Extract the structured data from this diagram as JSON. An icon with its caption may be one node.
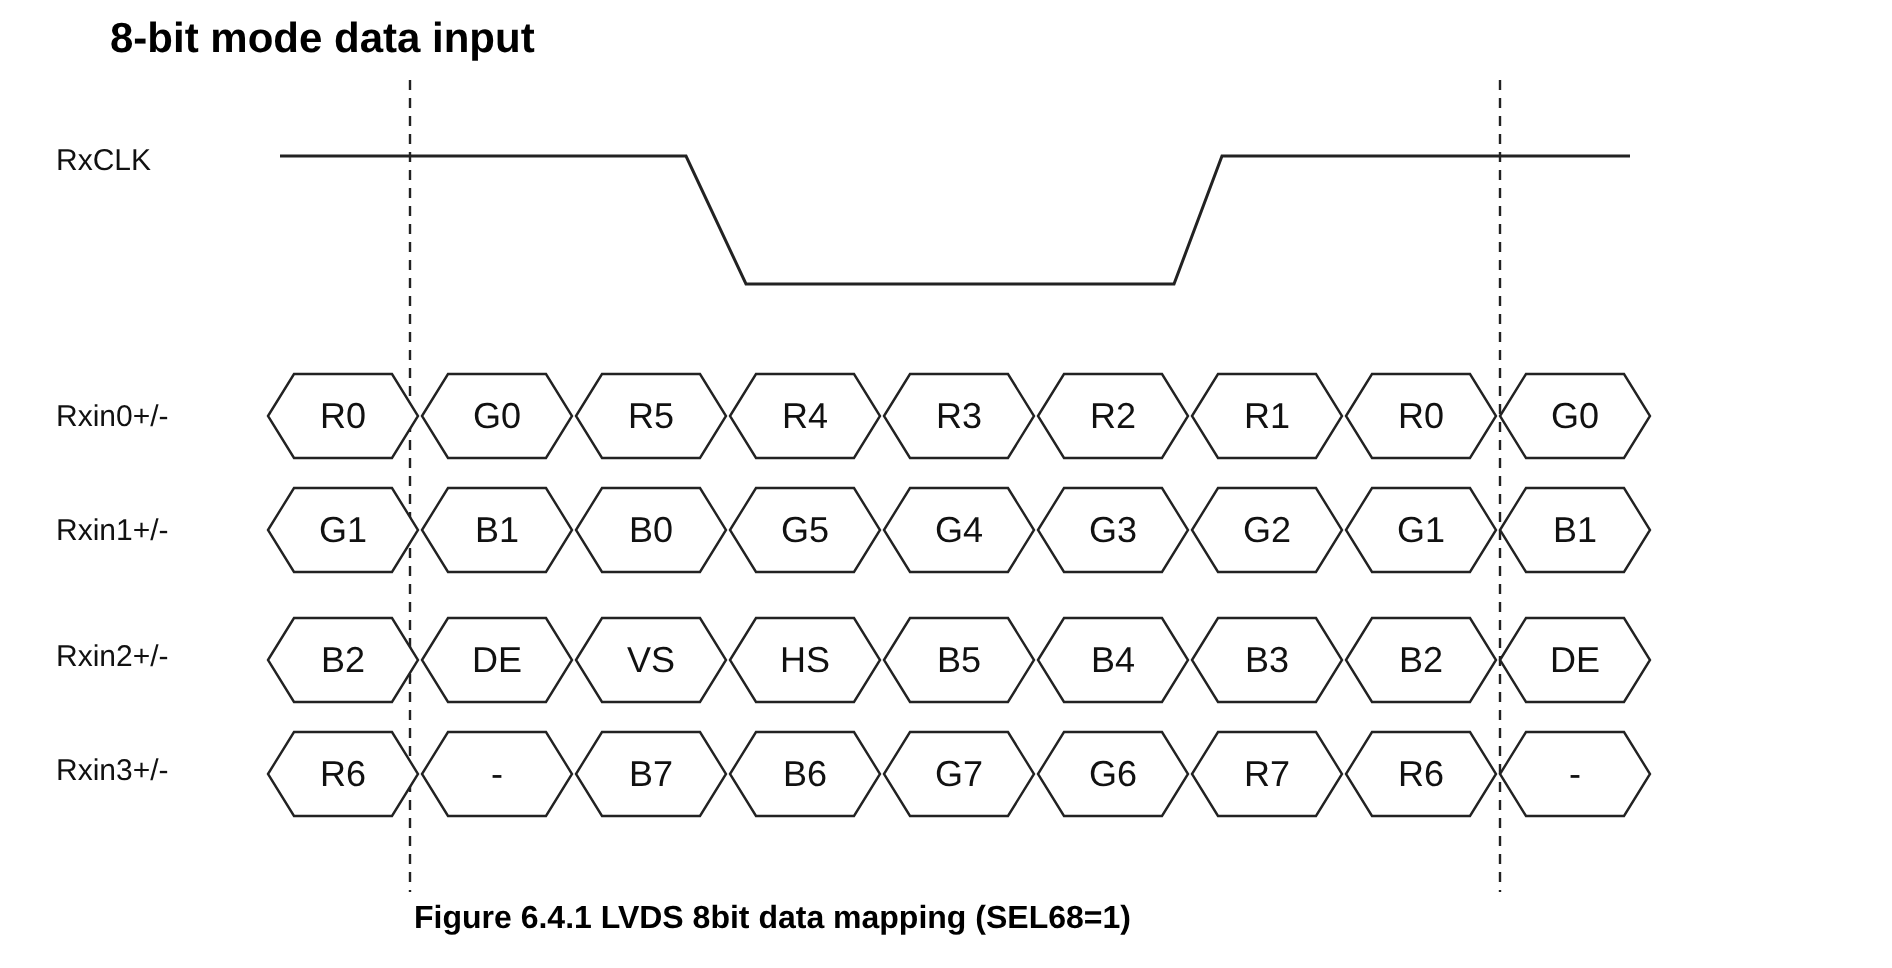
{
  "diagram": {
    "title": "8-bit mode data input",
    "caption": "Figure 6.4.1 LVDS 8bit data mapping (SEL68=1)",
    "nodes": [
      {
        "text": [
          "R0"
        ]
      },
      {
        "text": [
          "G0"
        ]
      },
      {
        "text": [
          "R5"
        ]
      },
      {
        "text": [
          "R4"
        ]
      },
      {
        "text": [
          "R3"
        ]
      },
      {
        "text": [
          "R2"
        ]
      },
      {
        "text": [
          "R1"
        ]
      },
      {
        "text": [
          "R0"
        ]
      },
      {
        "text": [
          "G0"
        ]
      },
      {
        "text": [
          "G1"
        ]
      },
      {
        "text": [
          "B1"
        ]
      },
      {
        "text": [
          "B0"
        ]
      },
      {
        "text": [
          "G5"
        ]
      },
      {
        "text": [
          "G4"
        ]
      },
      {
        "text": [
          "G3"
        ]
      },
      {
        "text": [
          "G2"
        ]
      },
      {
        "text": [
          "G1"
        ]
      },
      {
        "text": [
          "B1"
        ]
      },
      {
        "text": [
          "B2"
        ]
      },
      {
        "text": [
          "DE"
        ]
      },
      {
        "text": [
          "VS"
        ]
      },
      {
        "text": [
          "HS"
        ]
      },
      {
        "text": [
          "B5"
        ]
      },
      {
        "text": [
          "B4"
        ]
      },
      {
        "text": [
          "B3"
        ]
      },
      {
        "text": [
          "B2"
        ]
      },
      {
        "text": [
          "DE"
        ]
      },
      {
        "text": [
          "R6"
        ]
      },
      {
        "text": [
          "-"
        ]
      },
      {
        "text": [
          "B7"
        ]
      },
      {
        "text": [
          "B6"
        ]
      },
      {
        "text": [
          "G7"
        ]
      },
      {
        "text": [
          "G6"
        ]
      },
      {
        "text": [
          "R7"
        ]
      },
      {
        "text": [
          "R6"
        ]
      },
      {
        "text": [
          "-"
        ]
      }
    ],
    "labels": [
      "RxCLK",
      "Rxin0+/-",
      "Rxin1+/-",
      "Rxin2+/-",
      "Rxin3+/-"
    ]
  }
}
